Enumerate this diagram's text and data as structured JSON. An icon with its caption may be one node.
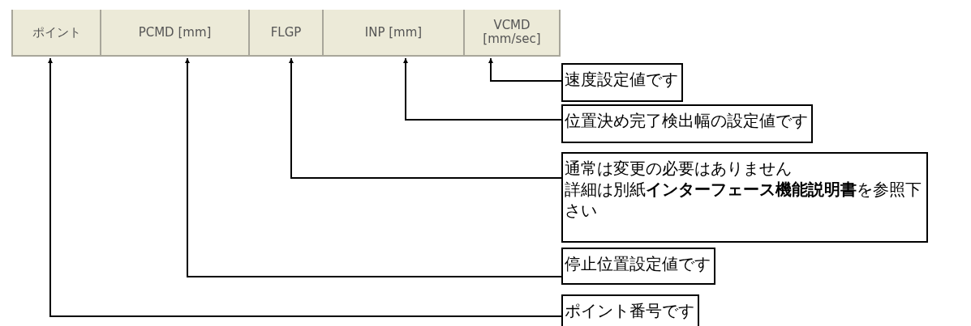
{
  "diagram": {
    "nodes": [
      {
        "text": [
          "ポイント"
        ]
      },
      {
        "text": [
          "PCMD [mm]"
        ]
      },
      {
        "text": [
          "FLGP"
        ]
      },
      {
        "text": [
          "INP [mm]"
        ]
      },
      {
        "text": [
          "VCMD [mm/sec]"
        ]
      },
      {
        "text": [
          "速度設定値です"
        ]
      },
      {
        "text": [
          "位置決め完了検出幅の設定値です"
        ]
      },
      {
        "text": [
          "通常は変更の必要はありません",
          "詳細は別紙**インターフェース機能説明書**を参照下さい"
        ]
      },
      {
        "text": [
          "停止位置設定値です"
        ]
      },
      {
        "text": [
          "ポイント番号です"
        ]
      }
    ],
    "edges": [
      {
        "from": 5,
        "to": 4,
        "arrow": "to"
      },
      {
        "from": 6,
        "to": 3,
        "arrow": "to"
      },
      {
        "from": 7,
        "to": 2,
        "arrow": "to"
      },
      {
        "from": 8,
        "to": 1,
        "arrow": "to"
      },
      {
        "from": 9,
        "to": 0,
        "arrow": "to"
      }
    ]
  }
}
